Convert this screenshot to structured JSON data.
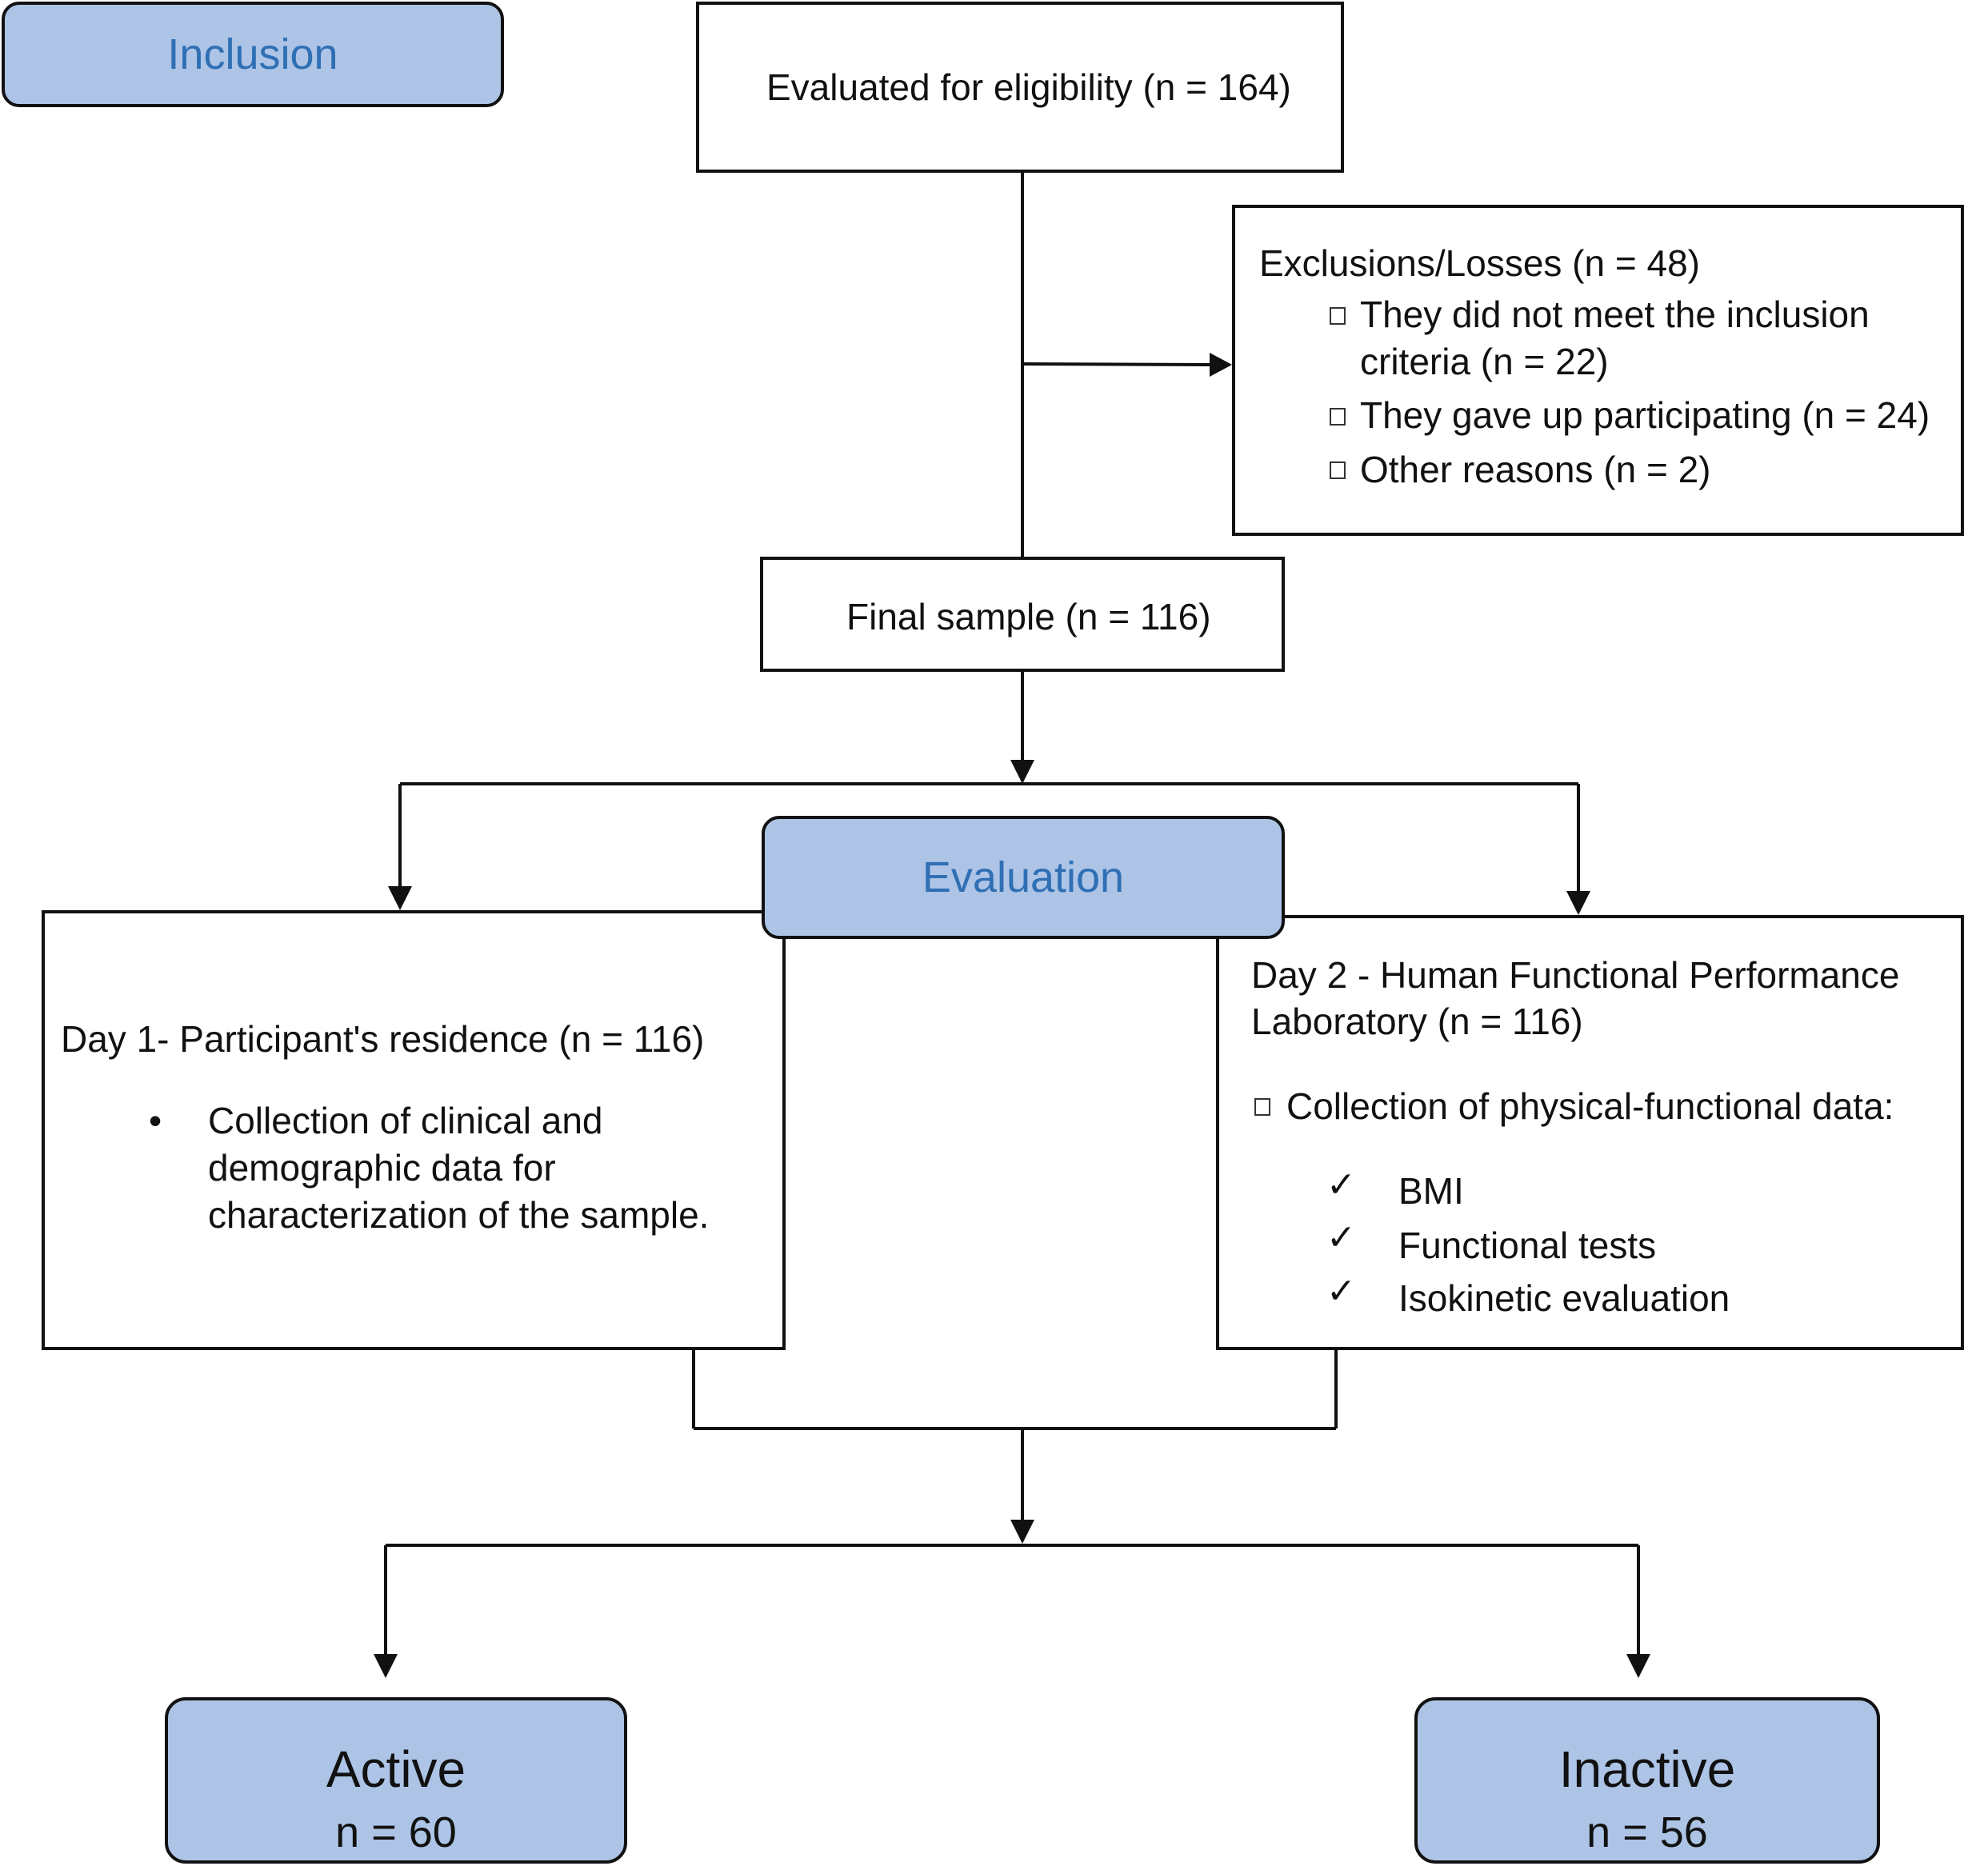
{
  "stages": {
    "inclusion": "Inclusion",
    "evaluation": "Evaluation"
  },
  "eligibility": {
    "text": "Evaluated for eligibility (n = 164)"
  },
  "exclusions": {
    "title": "Exclusions/Losses (n = 48)",
    "items": [
      {
        "line1": "They did not meet the inclusion",
        "line2": "criteria (n = 22)"
      },
      {
        "line1": "They gave up participating (n = 24)"
      },
      {
        "line1": "Other reasons (n = 2)"
      }
    ]
  },
  "final_sample": {
    "text": "Final sample (n = 116)"
  },
  "day1": {
    "title": "Day 1- Participant's residence (n = 116)",
    "bullet": "•",
    "lines": [
      "Collection of clinical and",
      "demographic data for",
      "characterization of the sample."
    ]
  },
  "day2": {
    "title_line1": "Day 2 - Human Functional Performance",
    "title_line2": "Laboratory (n = 116)",
    "collection": "Collection of physical-functional data:",
    "check_mark": "✓",
    "checks": [
      "BMI",
      "Functional tests",
      "Isokinetic evaluation"
    ]
  },
  "results": {
    "active": {
      "label": "Active",
      "count": "n = 60"
    },
    "inactive": {
      "label": "Inactive",
      "count": "n = 56"
    }
  },
  "colors": {
    "stage_fill": "#adc4e6",
    "stage_text": "#2f6fb4",
    "line": "#111111"
  }
}
